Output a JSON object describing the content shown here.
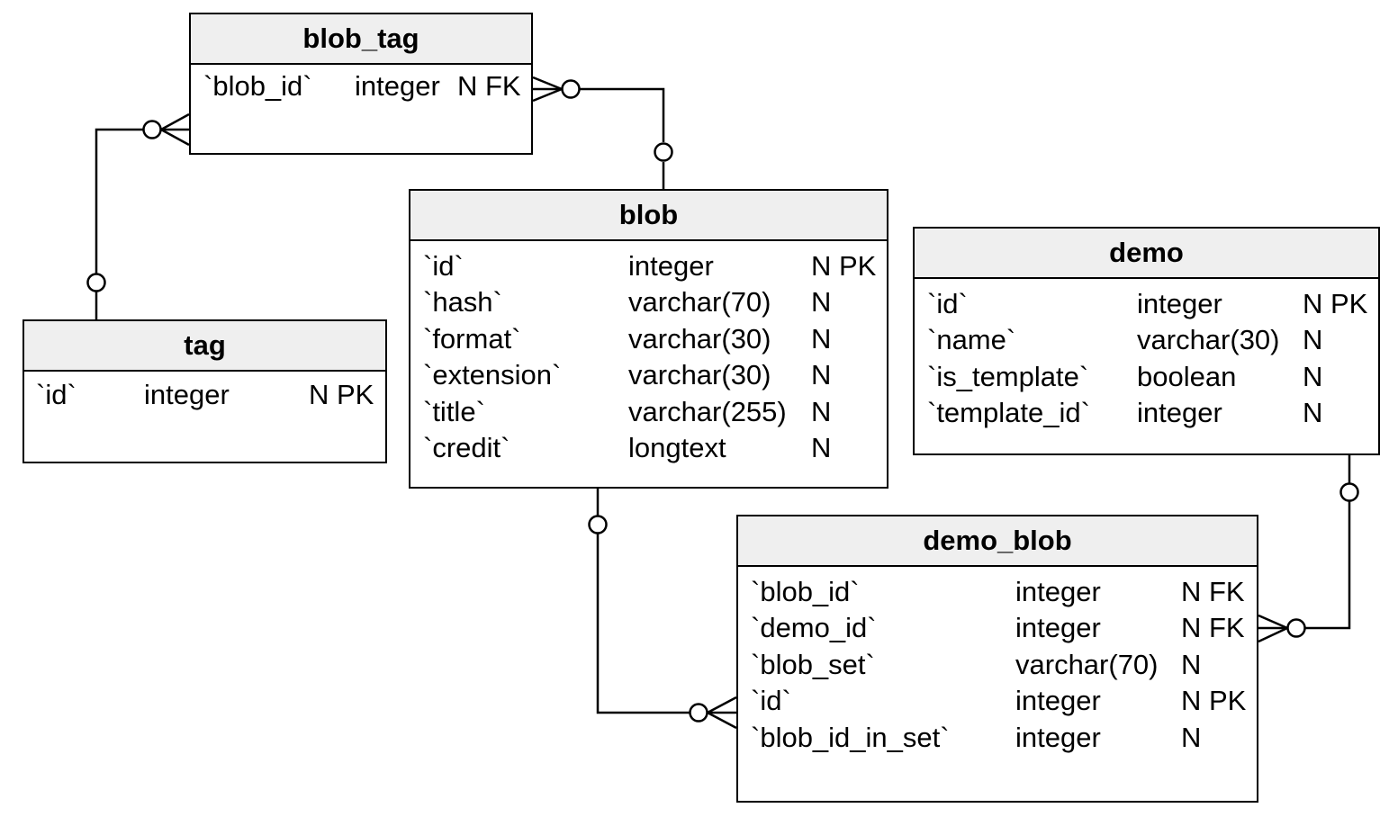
{
  "tables": [
    {
      "name": "blob_tag",
      "columns": [
        {
          "field": "`blob_id`",
          "type": "integer",
          "flags": "N FK"
        }
      ]
    },
    {
      "name": "blob",
      "columns": [
        {
          "field": "`id`",
          "type": "integer",
          "flags": "N PK"
        },
        {
          "field": "`hash`",
          "type": "varchar(70)",
          "flags": "N"
        },
        {
          "field": "`format`",
          "type": "varchar(30)",
          "flags": "N"
        },
        {
          "field": "`extension`",
          "type": "varchar(30)",
          "flags": "N"
        },
        {
          "field": "`title`",
          "type": "varchar(255)",
          "flags": "N"
        },
        {
          "field": "`credit`",
          "type": "longtext",
          "flags": "N"
        }
      ]
    },
    {
      "name": "demo",
      "columns": [
        {
          "field": "`id`",
          "type": "integer",
          "flags": "N PK"
        },
        {
          "field": "`name`",
          "type": "varchar(30)",
          "flags": "N"
        },
        {
          "field": "`is_template`",
          "type": "boolean",
          "flags": "N"
        },
        {
          "field": "`template_id`",
          "type": "integer",
          "flags": "N"
        }
      ]
    },
    {
      "name": "tag",
      "columns": [
        {
          "field": "`id`",
          "type": "integer",
          "flags": "N PK"
        }
      ]
    },
    {
      "name": "demo_blob",
      "columns": [
        {
          "field": "`blob_id`",
          "type": "integer",
          "flags": "N FK"
        },
        {
          "field": "`demo_id`",
          "type": "integer",
          "flags": "N FK"
        },
        {
          "field": "`blob_set`",
          "type": "varchar(70)",
          "flags": "N"
        },
        {
          "field": "`id`",
          "type": "integer",
          "flags": "N PK"
        },
        {
          "field": "`blob_id_in_set`",
          "type": "integer",
          "flags": "N"
        }
      ]
    }
  ],
  "relationships": [
    {
      "from": "blob_tag",
      "to": "blob",
      "from_end": "zero-or-many",
      "to_end": "zero-or-one"
    },
    {
      "from": "blob_tag",
      "to": "tag",
      "from_end": "zero-or-many",
      "to_end": "zero-or-one"
    },
    {
      "from": "demo_blob",
      "to": "blob",
      "from_end": "zero-or-many",
      "to_end": "zero-or-one"
    },
    {
      "from": "demo_blob",
      "to": "demo",
      "from_end": "zero-or-many",
      "to_end": "zero-or-one"
    }
  ]
}
